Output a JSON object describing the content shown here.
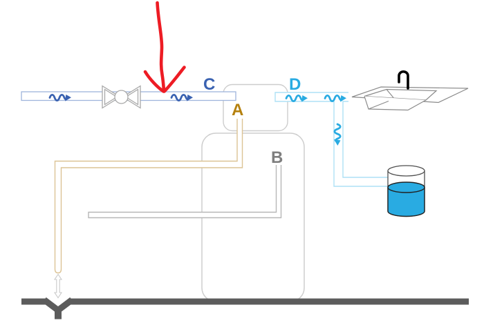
{
  "diagram": {
    "labels": {
      "a": {
        "text": "A",
        "color": "#B5810E"
      },
      "b": {
        "text": "B",
        "color": "#7F7F7F"
      },
      "c": {
        "text": "C",
        "color": "#3A62B1"
      },
      "d": {
        "text": "D",
        "color": "#29ABE2"
      }
    },
    "colors": {
      "cold_flow_arrow": "#3A62B1",
      "cold_pipe_outline": "#9FB4DC",
      "treated_flow_arrow": "#29ABE2",
      "treated_pipe_outline": "#AEE1F6",
      "brine_pipe_outline": "#DCC394",
      "gray_pipe_outline": "#B7B7B7",
      "tank_outline": "#CDCDCD",
      "valve_outline": "#A8A8A8",
      "sink_outline": "#8A8A8A",
      "faucet_black": "#000000",
      "drain_gray": "#5C5C5C",
      "annotation_red": "#ED1C24",
      "water_fill": "#29ABE2"
    }
  }
}
